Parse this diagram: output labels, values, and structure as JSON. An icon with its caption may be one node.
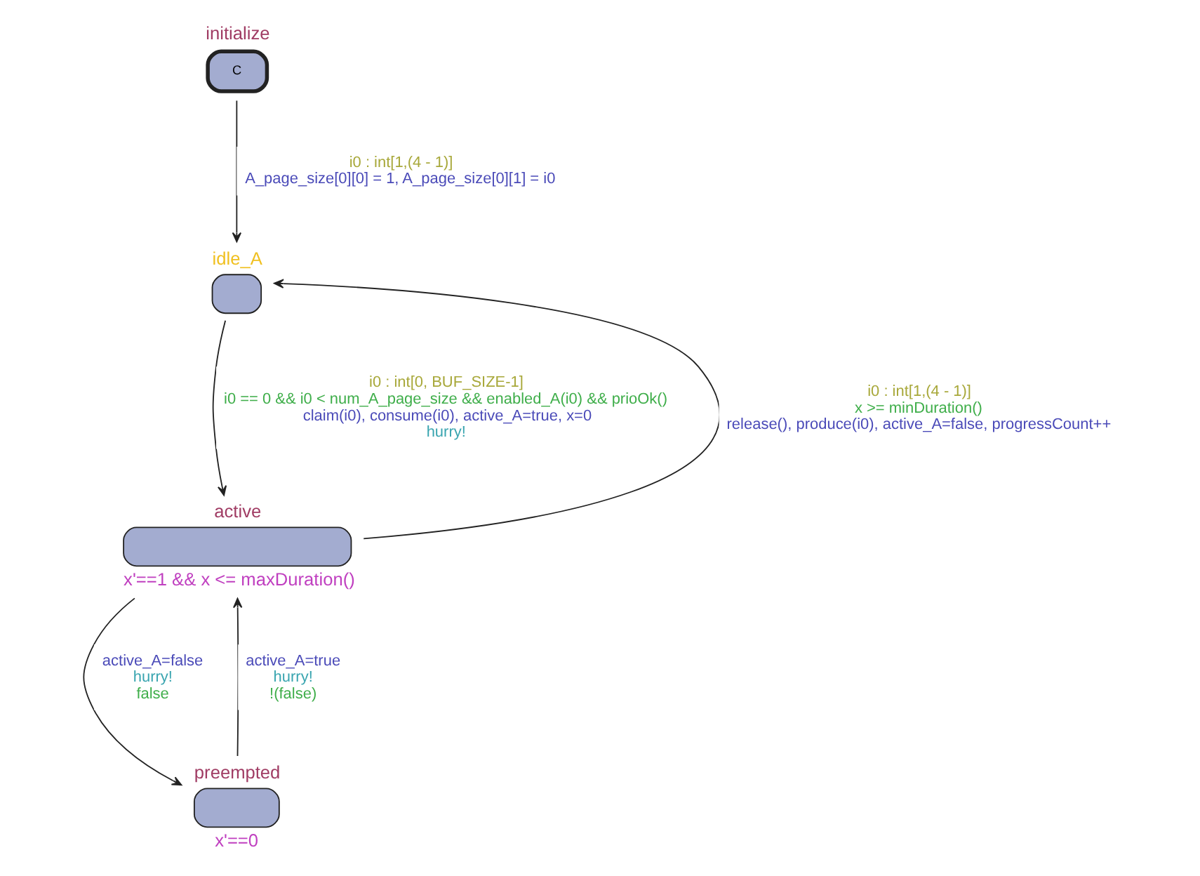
{
  "diagram": {
    "nodes": [
      {
        "text": [
          "initialize",
          "C"
        ]
      },
      {
        "text": [
          "idle_A"
        ]
      },
      {
        "text": [
          "active"
        ],
        "beside": [
          "x'==1 && x <= maxDuration()"
        ]
      },
      {
        "text": [
          "preempted"
        ],
        "beside": [
          "x'==0"
        ]
      }
    ],
    "edges": [
      {
        "from": 0,
        "to": 1,
        "arrow": "to",
        "label": [
          "i0 : int[1,(4 - 1)]",
          "A_page_size[0][0] = 1, A_page_size[0][1] = i0"
        ]
      },
      {
        "from": 1,
        "to": 2,
        "arrow": "to",
        "label": [
          "i0 : int[0, BUF_SIZE-1]",
          "i0 == 0 && i0 < num_A_page_size && enabled_A(i0) && prioOk()",
          "claim(i0), consume(i0), active_A=true, x=0",
          "hurry!"
        ]
      },
      {
        "from": 2,
        "to": 1,
        "arrow": "to",
        "label": [
          "i0 : int[1,(4 - 1)]",
          "x >= minDuration()",
          "release(), produce(i0), active_A=false, progressCount++"
        ]
      },
      {
        "from": 3,
        "to": 2,
        "arrow": "to",
        "label": [
          "active_A=true",
          "hurry!",
          "!(false)"
        ]
      },
      {
        "from": 2,
        "to": 3,
        "arrow": "to",
        "label": [
          "active_A=false",
          "hurry!",
          "false"
        ]
      }
    ]
  }
}
